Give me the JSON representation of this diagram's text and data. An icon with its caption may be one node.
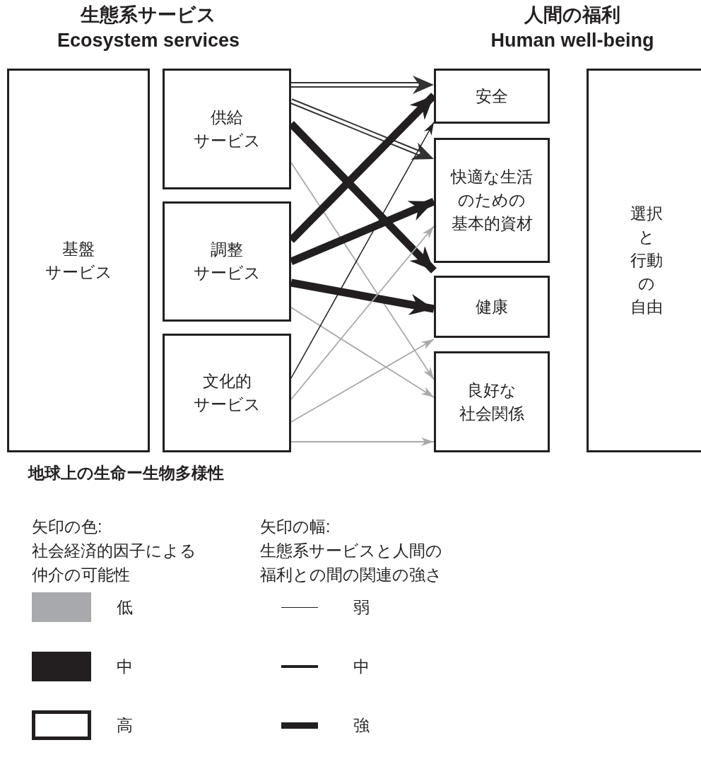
{
  "diagram": {
    "nodes": [
      {
        "text": [
          "基盤サービス"
        ]
      },
      {
        "text": [
          "供給サービス"
        ]
      },
      {
        "text": [
          "調整サービス"
        ]
      },
      {
        "text": [
          "文化的サービス"
        ]
      },
      {
        "text": [
          "安全"
        ]
      },
      {
        "text": [
          "快適な生活のための基本的資材"
        ]
      },
      {
        "text": [
          "健康"
        ]
      },
      {
        "text": [
          "良好な社会関係"
        ]
      },
      {
        "text": [
          "選択と行動の自由"
        ]
      }
    ],
    "edges": [
      {
        "from": 1,
        "to": 4,
        "arrow": "to",
        "style": "thick",
        "color": "#ffffff"
      },
      {
        "from": 1,
        "to": 5,
        "arrow": "to",
        "style": "thick",
        "color": "#ffffff"
      },
      {
        "from": 1,
        "to": 6,
        "arrow": "to",
        "style": "thick"
      },
      {
        "from": 1,
        "to": 7,
        "arrow": "to",
        "color": "#a7a9ac"
      },
      {
        "from": 2,
        "to": 4,
        "arrow": "to",
        "style": "thick"
      },
      {
        "from": 2,
        "to": 5,
        "arrow": "to",
        "style": "thick"
      },
      {
        "from": 2,
        "to": 6,
        "arrow": "to",
        "style": "thick"
      },
      {
        "from": 2,
        "to": 7,
        "arrow": "to",
        "color": "#a7a9ac"
      },
      {
        "from": 3,
        "to": 4,
        "arrow": "to"
      },
      {
        "from": 3,
        "to": 5,
        "arrow": "to",
        "color": "#a7a9ac"
      },
      {
        "from": 3,
        "to": 6,
        "arrow": "to",
        "color": "#a7a9ac"
      },
      {
        "from": 3,
        "to": 7,
        "arrow": "to",
        "color": "#a7a9ac"
      }
    ],
    "labels": [
      "生態系サービス",
      "Ecosystem services",
      "人間の福利",
      "Human well-being",
      "地球上の生命ー生物多様性",
      "矢印の色:社会経済的因子による仲介の可能性",
      "矢印の幅:生態系サービスと人間の福利との間の関連の強さ"
    ],
    "legend": [
      {
        "text": "低",
        "color": "#a7a9ac"
      },
      {
        "text": "中",
        "color": "#231f20"
      },
      {
        "text": "高",
        "color": "#ffffff"
      },
      {
        "text": "弱"
      },
      {
        "text": "中"
      },
      {
        "text": "強"
      }
    ]
  }
}
